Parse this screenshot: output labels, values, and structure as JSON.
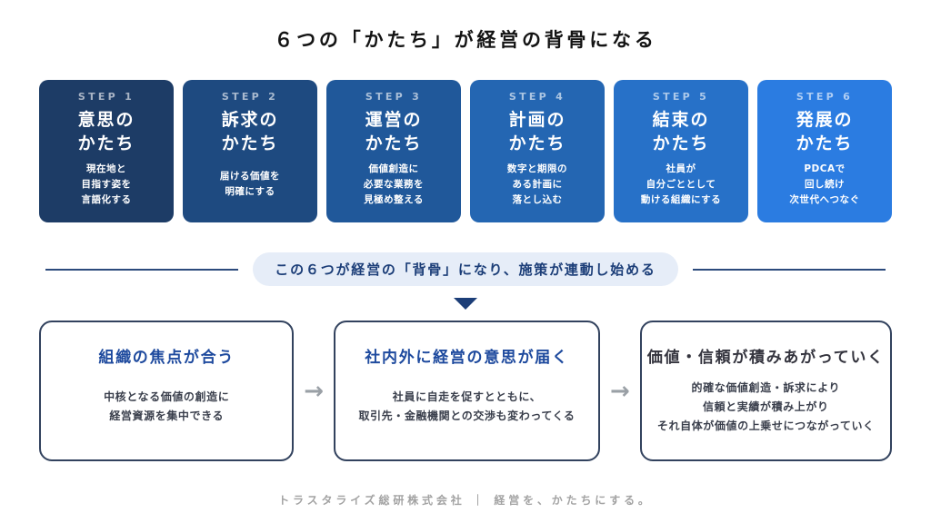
{
  "title": "６つの「かたち」が経営の背骨になる",
  "steps": [
    {
      "label": "STEP 1",
      "title": "意思の\nかたち",
      "desc": "現在地と\n目指す姿を\n言語化する",
      "color": "#1d3c66"
    },
    {
      "label": "STEP 2",
      "title": "訴求の\nかたち",
      "desc": "届ける価値を\n明確にする",
      "color": "#1e4a80"
    },
    {
      "label": "STEP 3",
      "title": "運営の\nかたち",
      "desc": "価値創造に\n必要な業務を\n見極め整える",
      "color": "#20589a"
    },
    {
      "label": "STEP 4",
      "title": "計画の\nかたち",
      "desc": "数字と期限の\nある計画に\n落とし込む",
      "color": "#2466b2"
    },
    {
      "label": "STEP 5",
      "title": "結束の\nかたち",
      "desc": "社員が\n自分ごととして\n動ける組織にする",
      "color": "#2771c8"
    },
    {
      "label": "STEP 6",
      "title": "発展の\nかたち",
      "desc": "PDCAで\n回し続け\n次世代へつなぐ",
      "color": "#2b7ce1"
    }
  ],
  "banner": {
    "text": "この６つが経営の「背骨」になり、施策が連動し始める",
    "pill_bg": "#e6edf8",
    "text_color": "#1c3e78"
  },
  "outcomes": [
    {
      "title": "組織の焦点が合う",
      "title_color": "#1e4a9e",
      "desc": "中核となる価値の創造に\n経営資源を集中できる"
    },
    {
      "title": "社内外に経営の意思が届く",
      "title_color": "#1e4a9e",
      "desc": "社員に自走を促すとともに、\n取引先・金融機関との交渉も変わってくる"
    },
    {
      "title": "価値・信頼が積みあがっていく",
      "title_color": "#34343e",
      "desc": "的確な価値創造・訴求により\n信頼と実績が積み上がり\nそれ自体が価値の上乗せにつながっていく"
    }
  ],
  "arrow_glyph": "→",
  "footer": "トラスタライズ総研株式会社 ｜ 経営を、かたちにする。"
}
